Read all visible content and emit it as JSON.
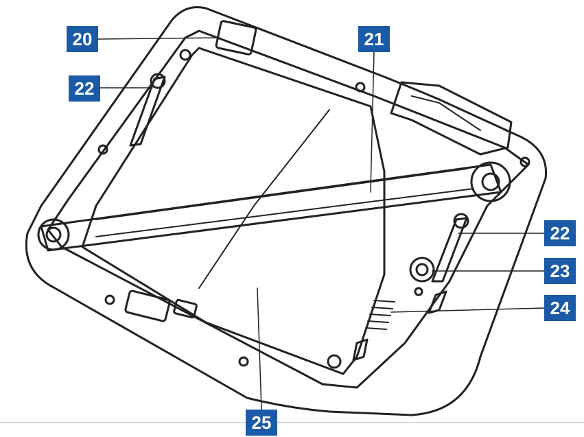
{
  "callouts": {
    "c20": "20",
    "c21": "21",
    "c22a": "22",
    "c22b": "22",
    "c23": "23",
    "c24": "24",
    "c25": "25"
  },
  "colors": {
    "callout_background": "#1b5aa6",
    "callout_text": "#ffffff",
    "line_art": "#222222"
  }
}
